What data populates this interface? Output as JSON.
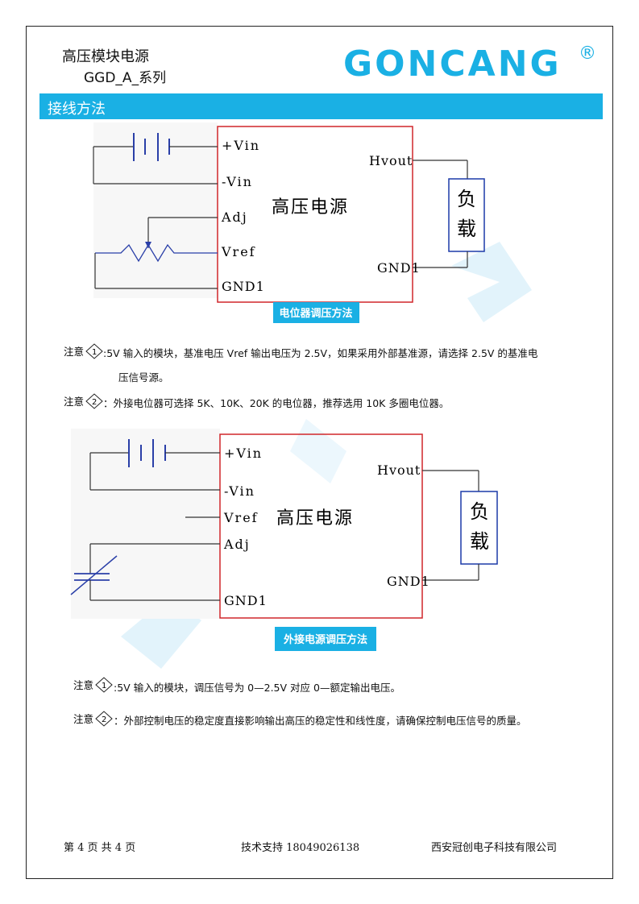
{
  "header": {
    "series_title": "高压模块电源",
    "series_model": "GGD_A_系列",
    "brand": "GONCANG",
    "registered_mark": "®"
  },
  "section": {
    "title": "接线方法"
  },
  "diagram1": {
    "pin_vin_plus": "+Vin",
    "pin_vin_minus": "-Vin",
    "pin_adj": "Adj",
    "pin_vref": "Vref",
    "pin_gnd1_left": "GND1",
    "pin_hvout": "Hvout",
    "pin_gnd1_right": "GND1",
    "module_label": "高压电源",
    "load_label_1": "负",
    "load_label_2": "载",
    "caption": "电位器调压方法"
  },
  "notes1": [
    {
      "prefix": "注意",
      "num": "1",
      "text": ":5V 输入的模块，基准电压 Vref 输出电压为 2.5V，如果采用外部基准源，请选择 2.5V 的基准电",
      "continuation": "压信号源。"
    },
    {
      "prefix": "注意",
      "num": "2",
      "text": "：外接电位器可选择 5K、10K、20K 的电位器，推荐选用 10K 多圈电位器。"
    }
  ],
  "diagram2": {
    "pin_vin_plus": "+Vin",
    "pin_vin_minus": "-Vin",
    "pin_vref": "Vref",
    "pin_adj": "Adj",
    "pin_gnd1_left": "GND1",
    "pin_hvout": "Hvout",
    "pin_gnd1_right": "GND1",
    "module_label": "高压电源",
    "load_label_1": "负",
    "load_label_2": "载",
    "caption": "外接电源调压方法"
  },
  "notes2": [
    {
      "prefix": "注意",
      "num": "1",
      "text": ":5V 输入的模块，调压信号为 0—2.5V 对应 0—额定输出电压。"
    },
    {
      "prefix": "注意",
      "num": "2",
      "text": "：外部控制电压的稳定度直接影响输出高压的稳定性和线性度，请确保控制电压信号的质量。"
    }
  ],
  "footer": {
    "page": "第 4 页 共 4 页",
    "support": "技术支持 18049026138",
    "company": "西安冠创电子科技有限公司"
  },
  "colors": {
    "accent": "#1ab0e4",
    "module_border": "#d0262a",
    "load_border": "#1c3aa8",
    "caption_bg": "#1ab0e4"
  }
}
